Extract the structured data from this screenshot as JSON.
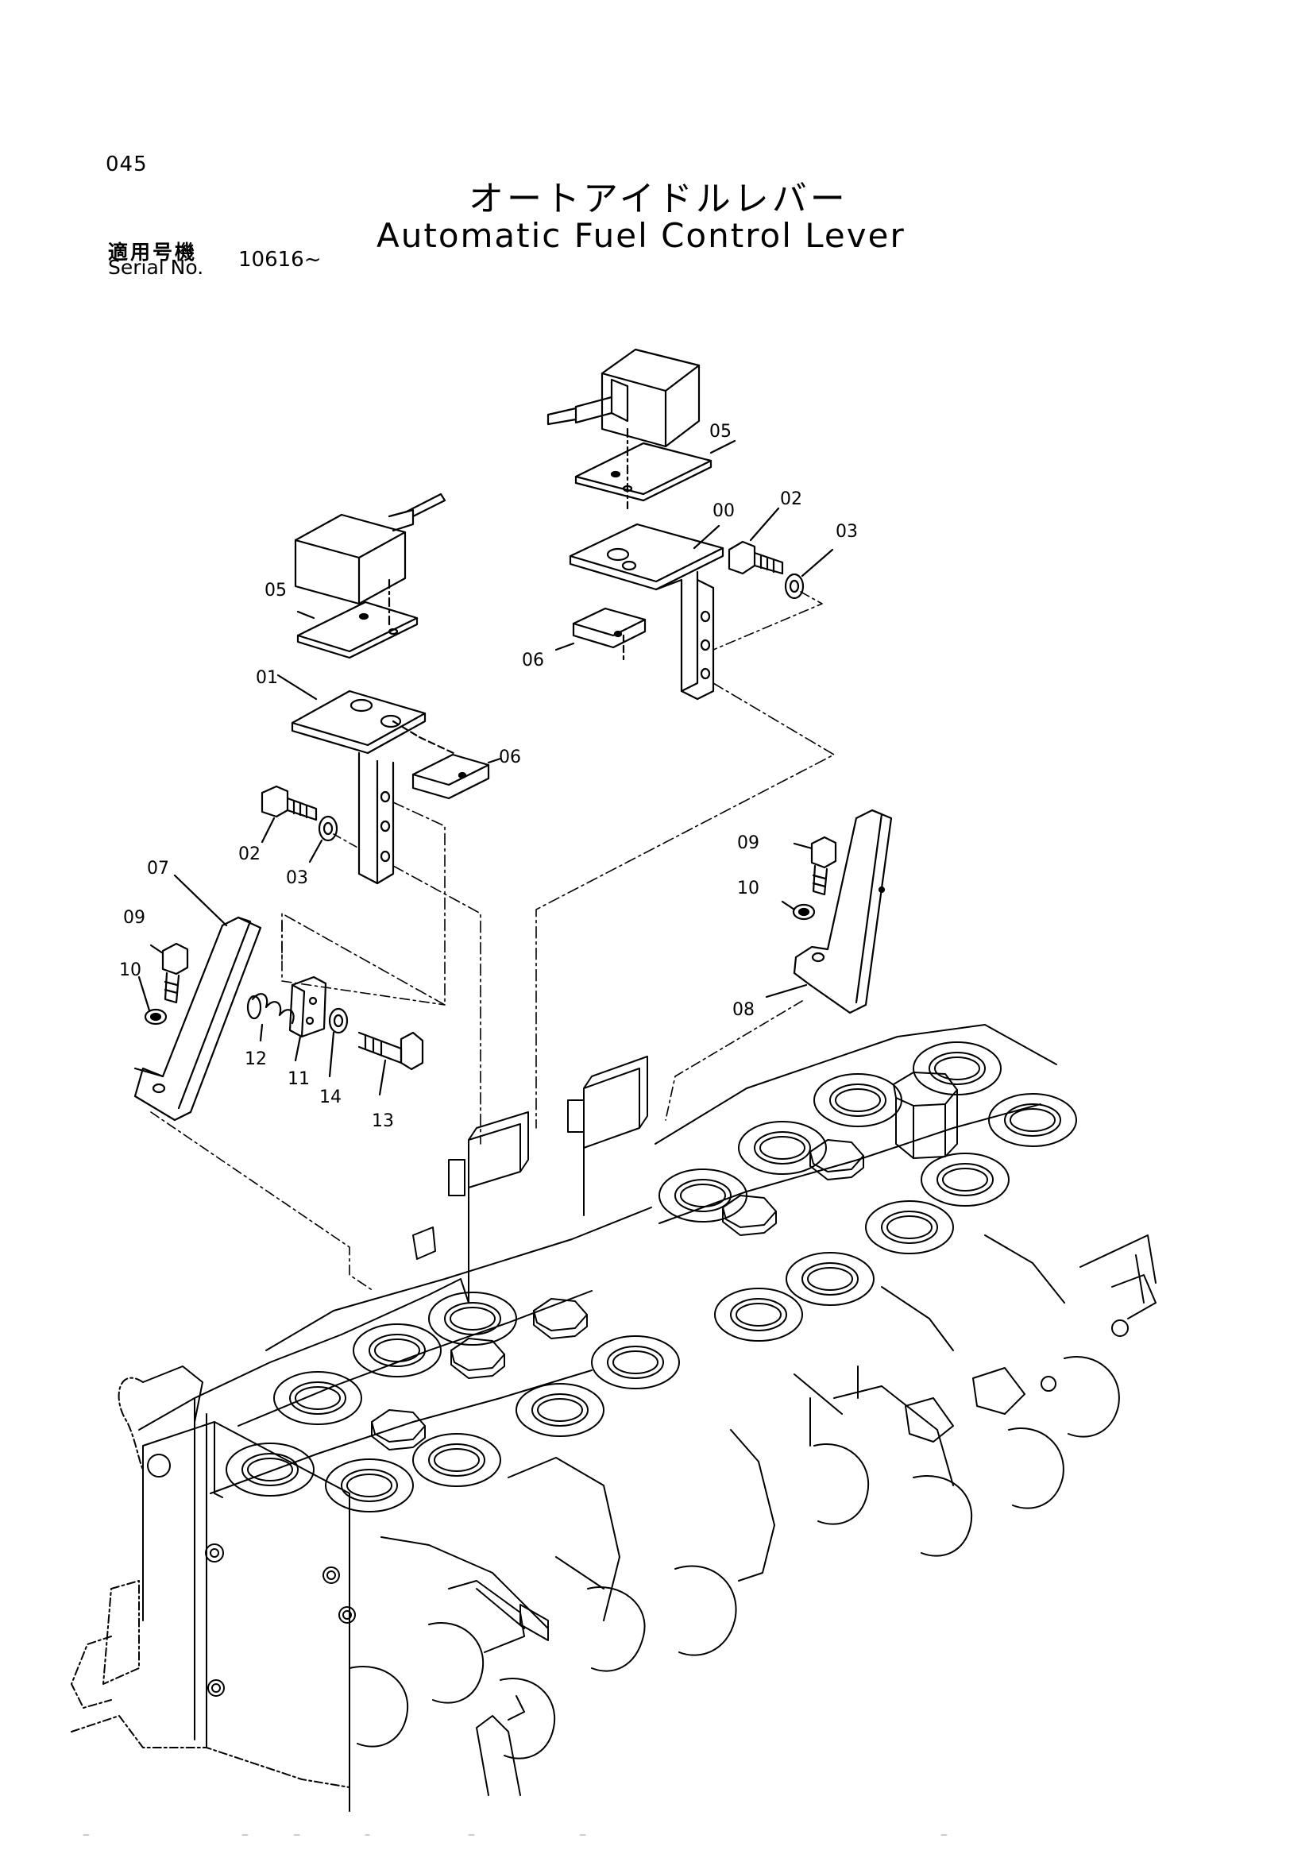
{
  "header": {
    "page_number": "045",
    "title_jp": "オートアイドルレバー",
    "title_en": "Automatic Fuel Control Lever",
    "serial_label_jp": "適用号機",
    "serial_label_en": "Serial No.",
    "serial_value": "10616~"
  },
  "callouts": {
    "c00": "00",
    "c01": "01",
    "c02a": "02",
    "c02b": "02",
    "c03a": "03",
    "c03b": "03",
    "c05a": "05",
    "c05b": "05",
    "c06a": "06",
    "c06b": "06",
    "c07": "07",
    "c08": "08",
    "c09a": "09",
    "c09b": "09",
    "c10a": "10",
    "c10b": "10",
    "c11": "11",
    "c12": "12",
    "c13": "13",
    "c14": "14"
  }
}
